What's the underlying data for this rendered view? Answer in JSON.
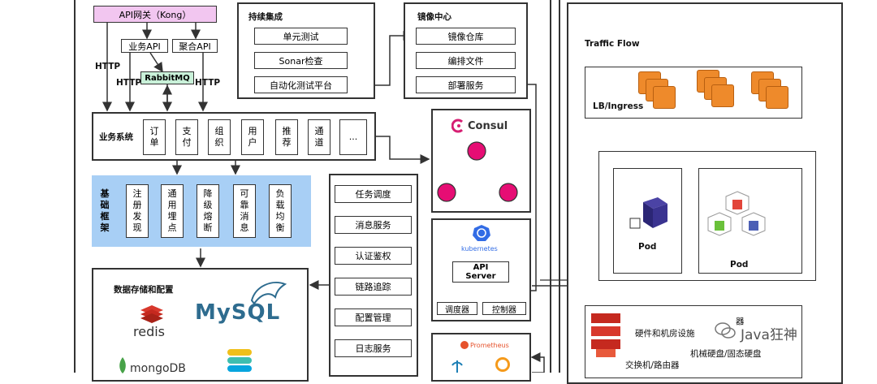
{
  "gateway": {
    "api_gateway": "API网关（Kong）",
    "business_api": "业务API",
    "aggregate_api": "聚合API",
    "rabbitmq": "RabbitMQ",
    "http_labels": [
      "HTTP",
      "HTTP",
      "HTTP"
    ]
  },
  "business": {
    "title": "业务系统",
    "items": [
      "订单",
      "支付",
      "组织",
      "用户",
      "推荐",
      "通道",
      "..."
    ]
  },
  "infra": {
    "title": "基础框架",
    "items": [
      "注册发现",
      "通用埋点",
      "降级熔断",
      "可靠消息",
      "负载均衡"
    ]
  },
  "storage": {
    "title": "数据存储和配置",
    "redis": "redis",
    "mysql": "MySQL",
    "mongodb": "mongoDB"
  },
  "ci": {
    "title": "持续集成",
    "items": [
      "单元测试",
      "Sonar检查",
      "自动化测试平台"
    ]
  },
  "registry": {
    "title": "镜像中心",
    "items": [
      "镜像仓库",
      "编排文件",
      "部署服务"
    ]
  },
  "services": {
    "items": [
      "任务调度",
      "消息服务",
      "认证鉴权",
      "链路追踪",
      "配置管理",
      "日志服务"
    ]
  },
  "consul": {
    "label": "Consul"
  },
  "kubernetes": {
    "label": "kubernetes",
    "api_server": "API Server",
    "scheduler": "调度器",
    "controller": "控制器"
  },
  "prometheus": {
    "label": "Prometheus"
  },
  "traffic": {
    "title": "Traffic Flow",
    "lb": "LB/Ingress",
    "pod1": "Pod",
    "pod2": "Pod"
  },
  "hardware": {
    "facility": "硬件和机房设施",
    "switch": "交换机/路由器",
    "disk": "机械硬盘/固态硬盘",
    "server": "器"
  },
  "watermark": {
    "text": "Java狂神"
  },
  "colors": {
    "gateway": "#f2c6f0",
    "rabbitmq": "#c9f1d9",
    "infra": "#a8cff5",
    "consul": "#d61f73",
    "pink_node": "#e60d74",
    "k8s": "#326ce5",
    "aws_orange": "#ee8a2b",
    "redis_red": "#c5291f",
    "mysql_blue": "#2e6c8f"
  }
}
